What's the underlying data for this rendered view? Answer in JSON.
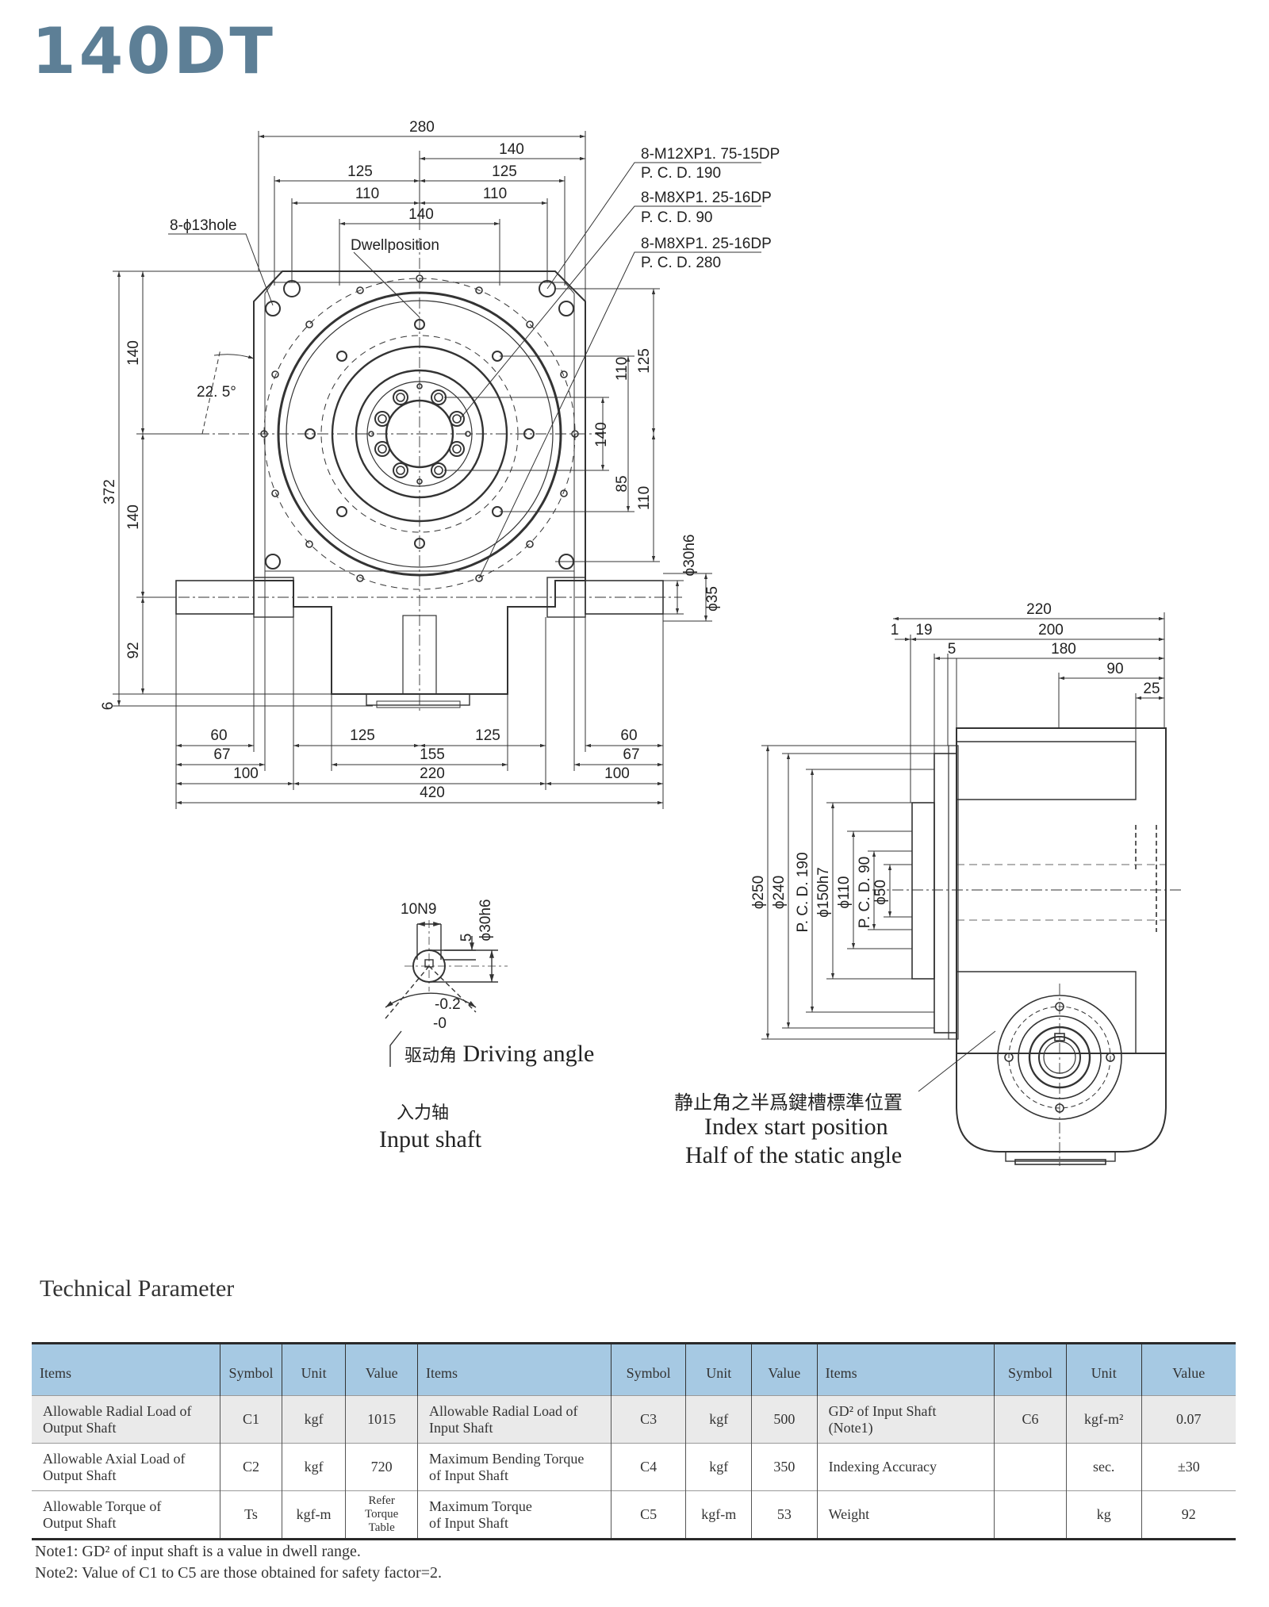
{
  "title": "140DT",
  "front_view": {
    "dims": {
      "d280": "280",
      "d140a": "140",
      "d125a": "125",
      "d125b": "125",
      "d110a": "110",
      "d110b": "110",
      "d140b": "140",
      "d372": "372",
      "d140l1": "140",
      "d140l2": "140",
      "d92": "92",
      "d6": "6",
      "d110r1": "110",
      "d125r": "125",
      "d140r": "140",
      "d85": "85",
      "d110r2": "110",
      "phi30h6": "ϕ30h6",
      "phi35": "ϕ35",
      "b60l": "60",
      "b67l": "67",
      "b100l": "100",
      "b125l": "125",
      "b125r": "125",
      "b155": "155",
      "b220": "220",
      "b420": "420",
      "b60r": "60",
      "b67r": "67",
      "b100r": "100"
    },
    "angle": "22. 5°",
    "hole_label": "8-ϕ13hole",
    "dwell_label": "Dwellposition",
    "callouts": [
      {
        "spec": "8-M12XP1. 75-15DP",
        "pcd": "P. C. D. 190"
      },
      {
        "spec": "8-M8XP1. 25-16DP",
        "pcd": "P. C. D. 90"
      },
      {
        "spec": "8-M8XP1. 25-16DP",
        "pcd": "P. C. D. 280"
      }
    ]
  },
  "side_view": {
    "dims": {
      "d220": "220",
      "d200": "200",
      "d180": "180",
      "d90": "90",
      "d25": "25",
      "d1": "1",
      "d19": "19",
      "d5": "5",
      "phi250": "ϕ250",
      "phi240": "ϕ240",
      "pcd190": "P. C. D. 190",
      "phi150": "ϕ150h7",
      "phi110": "ϕ110",
      "pcd90": "P. C. D. 90",
      "phi50": "ϕ50"
    },
    "caption_cn": "静止角之半爲鍵槽標準位置",
    "caption_en1": "Index start position",
    "caption_en2": "Half of the static angle"
  },
  "shaft_detail": {
    "key": "10N9",
    "phi": "ϕ30h6",
    "depth": "5",
    "tol1": "-0.2",
    "tol2": "-0",
    "driving_cn": "驱动角",
    "driving_en": "Driving angle",
    "input_cn": "入力轴",
    "input_en": "Input shaft"
  },
  "tech": {
    "heading": "Technical Parameter",
    "headers": [
      "Items",
      "Symbol",
      "Unit",
      "Value",
      "Items",
      "Symbol",
      "Unit",
      "Value",
      "Items",
      "Symbol",
      "Unit",
      "Value"
    ],
    "rows": [
      [
        [
          "Allowable Radial Load  of",
          "Output Shaft"
        ],
        [
          "C1"
        ],
        [
          "kgf"
        ],
        [
          "1015"
        ],
        [
          "Allowable Radial Load of",
          "Input Shaft"
        ],
        [
          "C3"
        ],
        [
          "kgf"
        ],
        [
          "500"
        ],
        [
          "GD² of Input Shaft",
          "(Note1)"
        ],
        [
          "C6"
        ],
        [
          "kgf-m²"
        ],
        [
          "0.07"
        ]
      ],
      [
        [
          "Allowable Axial Load of",
          "Output Shaft"
        ],
        [
          "C2"
        ],
        [
          "kgf"
        ],
        [
          "720"
        ],
        [
          "Maximum Bending Torque",
          "of Input Shaft"
        ],
        [
          "C4"
        ],
        [
          "kgf"
        ],
        [
          "350"
        ],
        [
          "Indexing Accuracy"
        ],
        [
          ""
        ],
        [
          "sec."
        ],
        [
          "±30"
        ]
      ],
      [
        [
          "Allowable Torque of",
          "Output Shaft"
        ],
        [
          "Ts"
        ],
        [
          "kgf-m"
        ],
        [
          "Refer",
          "Torque Table"
        ],
        [
          "Maximum Torque",
          "of Input Shaft"
        ],
        [
          "C5"
        ],
        [
          "kgf-m"
        ],
        [
          "53"
        ],
        [
          "Weight"
        ],
        [
          ""
        ],
        [
          "kg"
        ],
        [
          "92"
        ]
      ]
    ],
    "note1": "Note1: GD² of input shaft is a value in dwell range.",
    "note2": "Note2: Value of  C1 to C5 are those obtained for safety factor=2."
  }
}
